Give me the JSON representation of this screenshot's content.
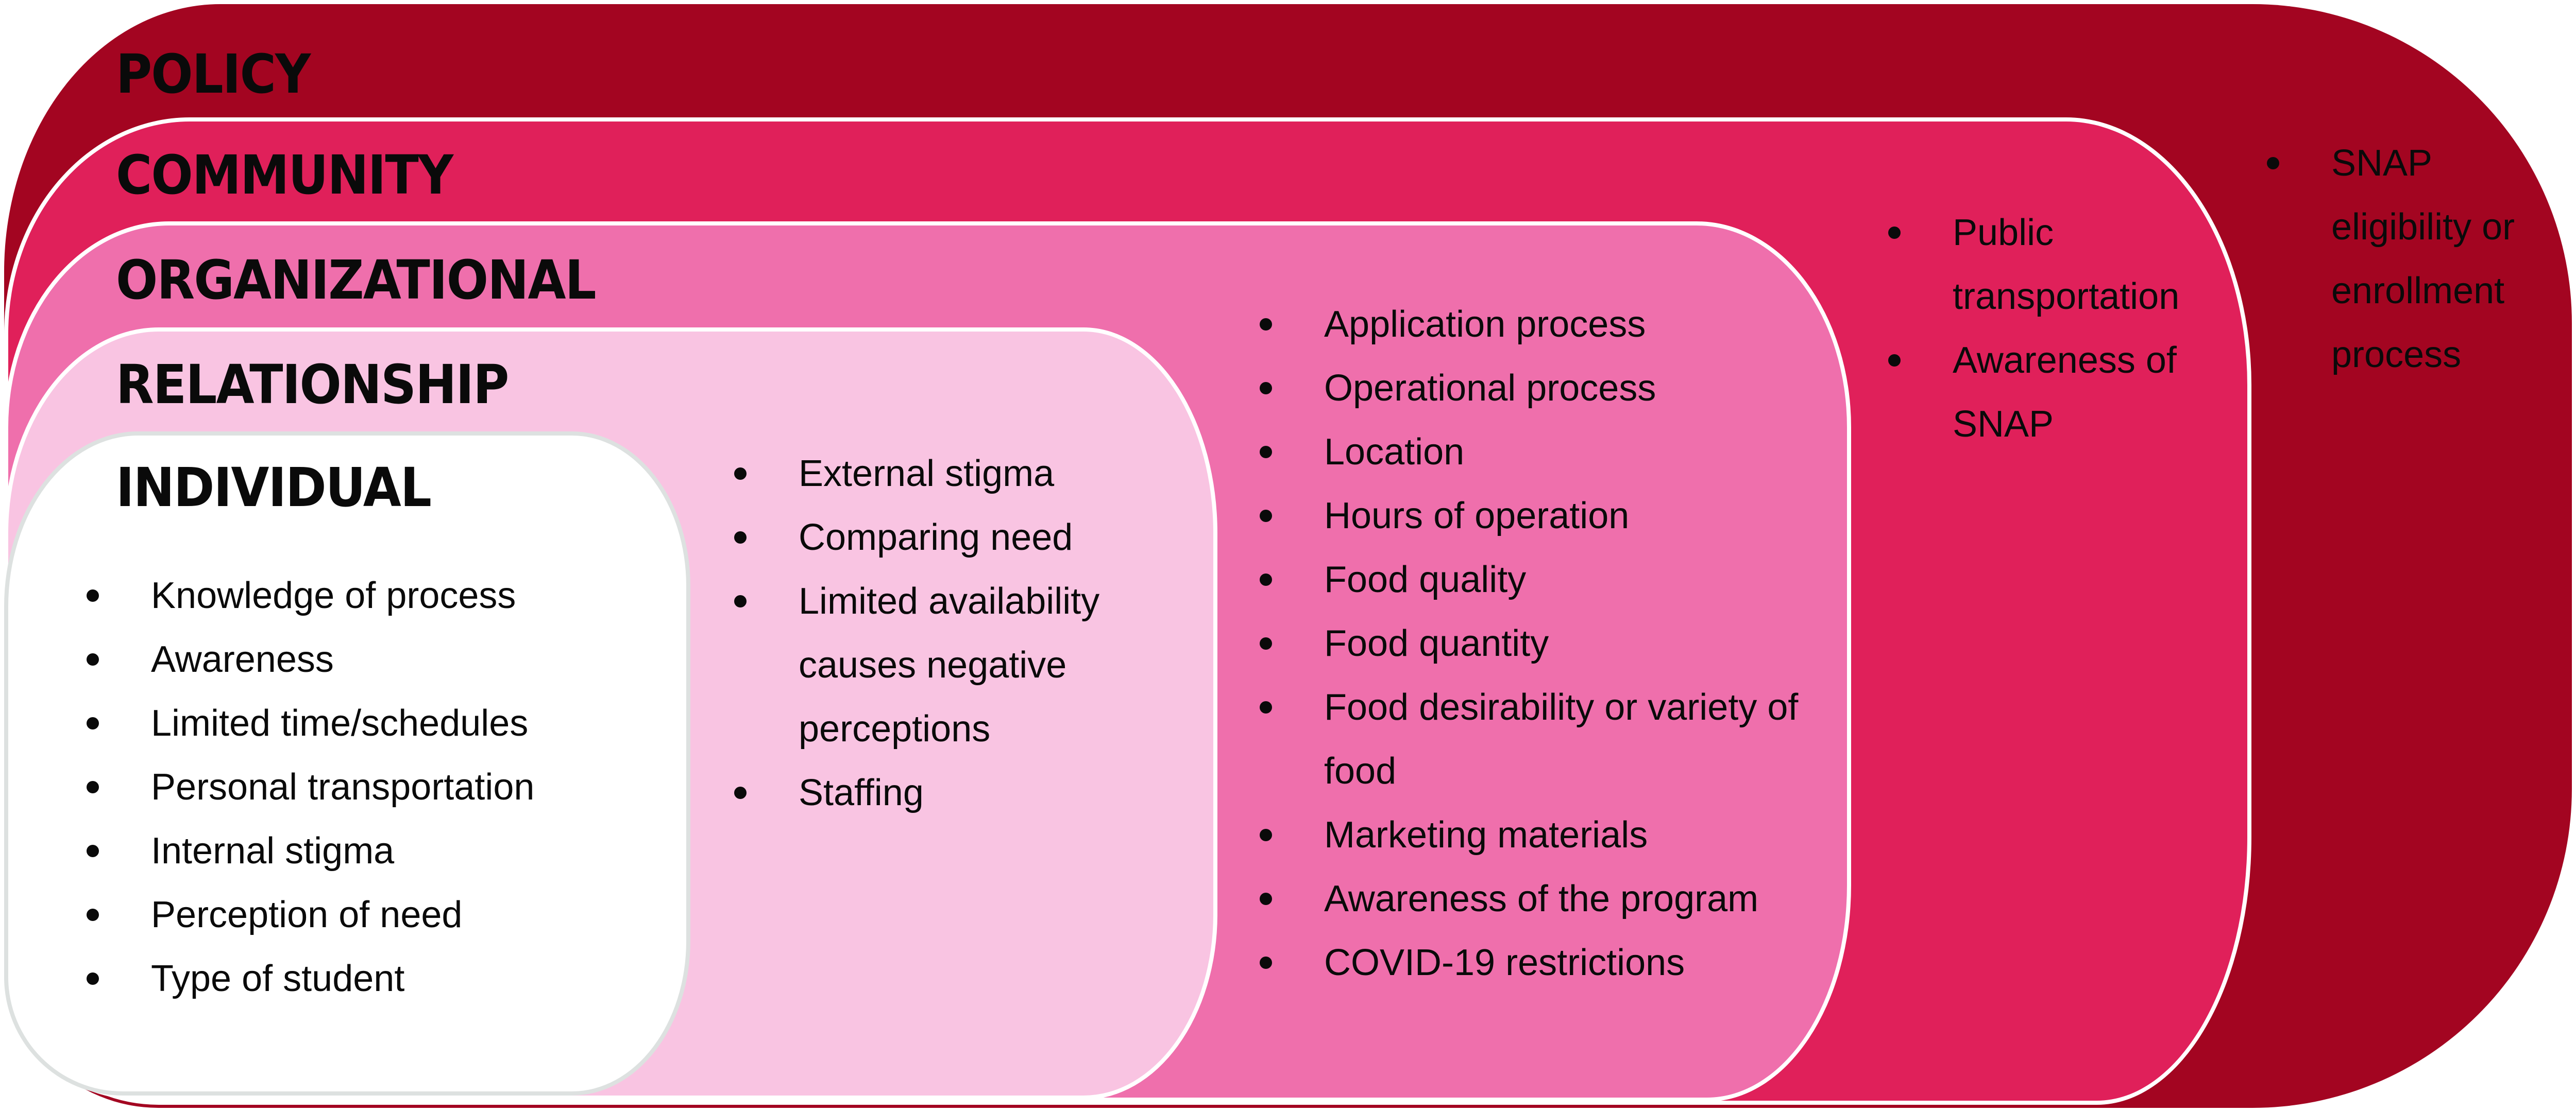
{
  "diagram": {
    "type": "socio-ecological model",
    "colors": {
      "policy": "#A30521",
      "community": "#E0205A",
      "organizational": "#EF6FAC",
      "relationship": "#F9C4E2",
      "individual": "#FFFFFF",
      "individual_border": "#DDE1E0",
      "text": "#0A0A0A"
    },
    "levels": {
      "policy": {
        "title": "POLICY",
        "items": [
          "SNAP eligibility or enrollment process"
        ]
      },
      "community": {
        "title": "COMMUNITY",
        "items": [
          "Public transportation",
          "Awareness of SNAP"
        ]
      },
      "organizational": {
        "title": "ORGANIZATIONAL",
        "items": [
          "Application process",
          "Operational process",
          "Location",
          "Hours of operation",
          "Food quality",
          "Food quantity",
          "Food desirability or variety of food",
          "Marketing materials",
          "Awareness of the program",
          "COVID-19 restrictions"
        ]
      },
      "relationship": {
        "title": "RELATIONSHIP",
        "items": [
          "External stigma",
          "Comparing need",
          "Limited availability causes negative perceptions",
          "Staffing"
        ]
      },
      "individual": {
        "title": "INDIVIDUAL",
        "items": [
          "Knowledge of process",
          "Awareness",
          "Limited time/schedules",
          "Personal transportation",
          "Internal stigma",
          "Perception of need",
          "Type of student"
        ]
      }
    }
  }
}
